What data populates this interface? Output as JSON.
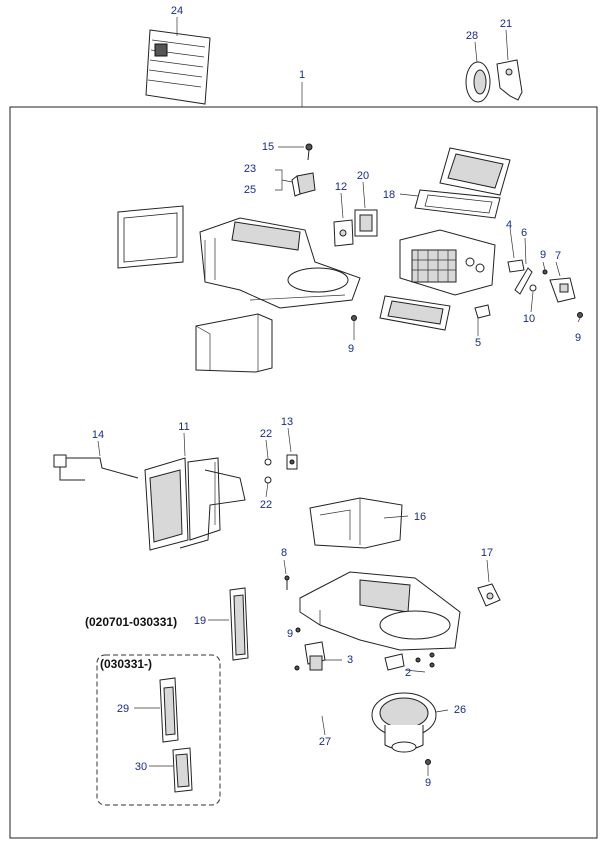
{
  "callouts": {
    "p1": "1",
    "p2": "2",
    "p3": "3",
    "p4": "4",
    "p5": "5",
    "p6": "6",
    "p7": "7",
    "p8": "8",
    "p9a": "9",
    "p9b": "9",
    "p9c": "9",
    "p9d": "9",
    "p9e": "9",
    "p10": "10",
    "p11": "11",
    "p12": "12",
    "p13": "13",
    "p14": "14",
    "p15": "15",
    "p16": "16",
    "p17": "17",
    "p18": "18",
    "p19": "19",
    "p20": "20",
    "p21": "21",
    "p22a": "22",
    "p22b": "22",
    "p23": "23",
    "p24": "24",
    "p25": "25",
    "p26": "26",
    "p27": "27",
    "p28": "28",
    "p29": "29",
    "p30": "30"
  },
  "range_labels": {
    "early": "(020701-030331)",
    "late": "(030331-)"
  }
}
